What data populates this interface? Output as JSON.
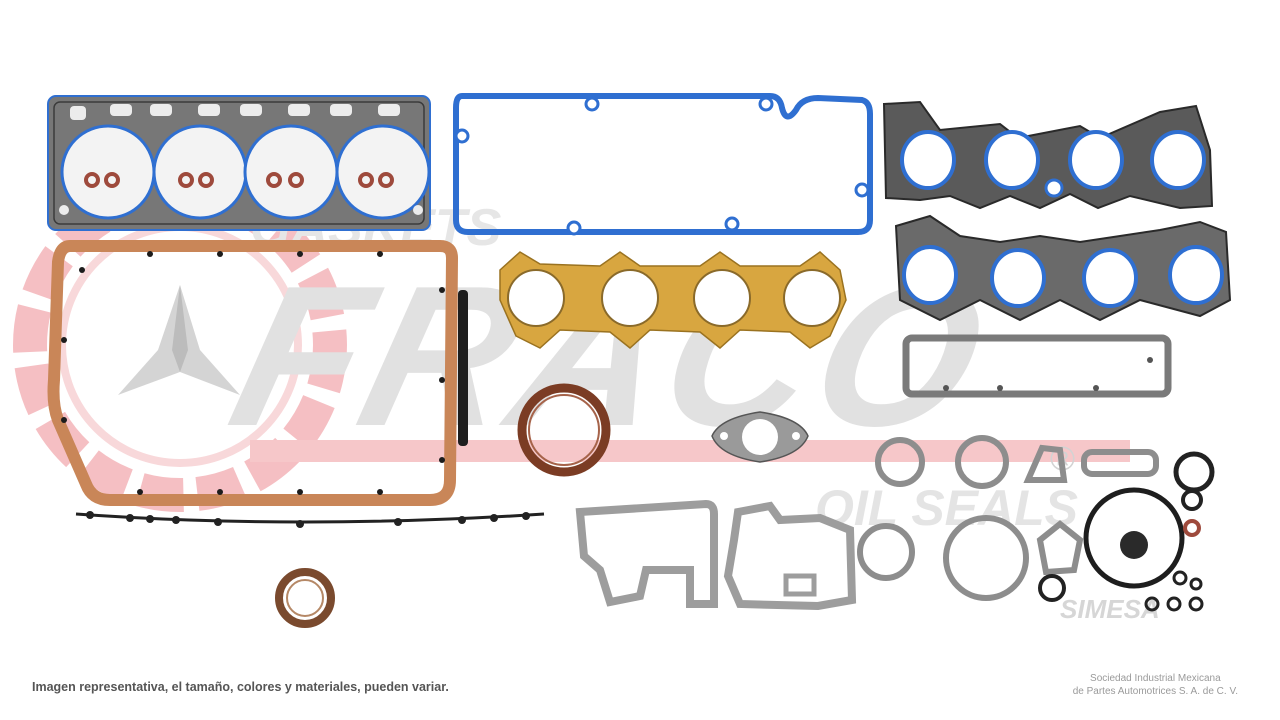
{
  "watermark": {
    "brand": "FRACO",
    "tagline_top": "GASKETS",
    "tagline_bottom": "OIL SEALS",
    "registered": "®",
    "sub_brand": "SIMESA",
    "colors": {
      "brand": "#e8323c",
      "brand_light": "#f6c1c4",
      "text_grey": "#d9d9d9"
    }
  },
  "footer": {
    "disclaimer": "Imagen representativa, el tamaño, colores y materiales, pueden variar.",
    "company_line1": "Sociedad Industrial Mexicana",
    "company_line2": "de Partes Automotrices S. A. de C. V."
  },
  "colors": {
    "head_gasket": "#6f6f6f",
    "blue_seal": "#2f6fd1",
    "cork": "#c98658",
    "exhaust_gold": "#d8a640",
    "grey_paper": "#a7a7a7",
    "seal_brown": "#7b3c24",
    "black_rubber": "#222222"
  }
}
